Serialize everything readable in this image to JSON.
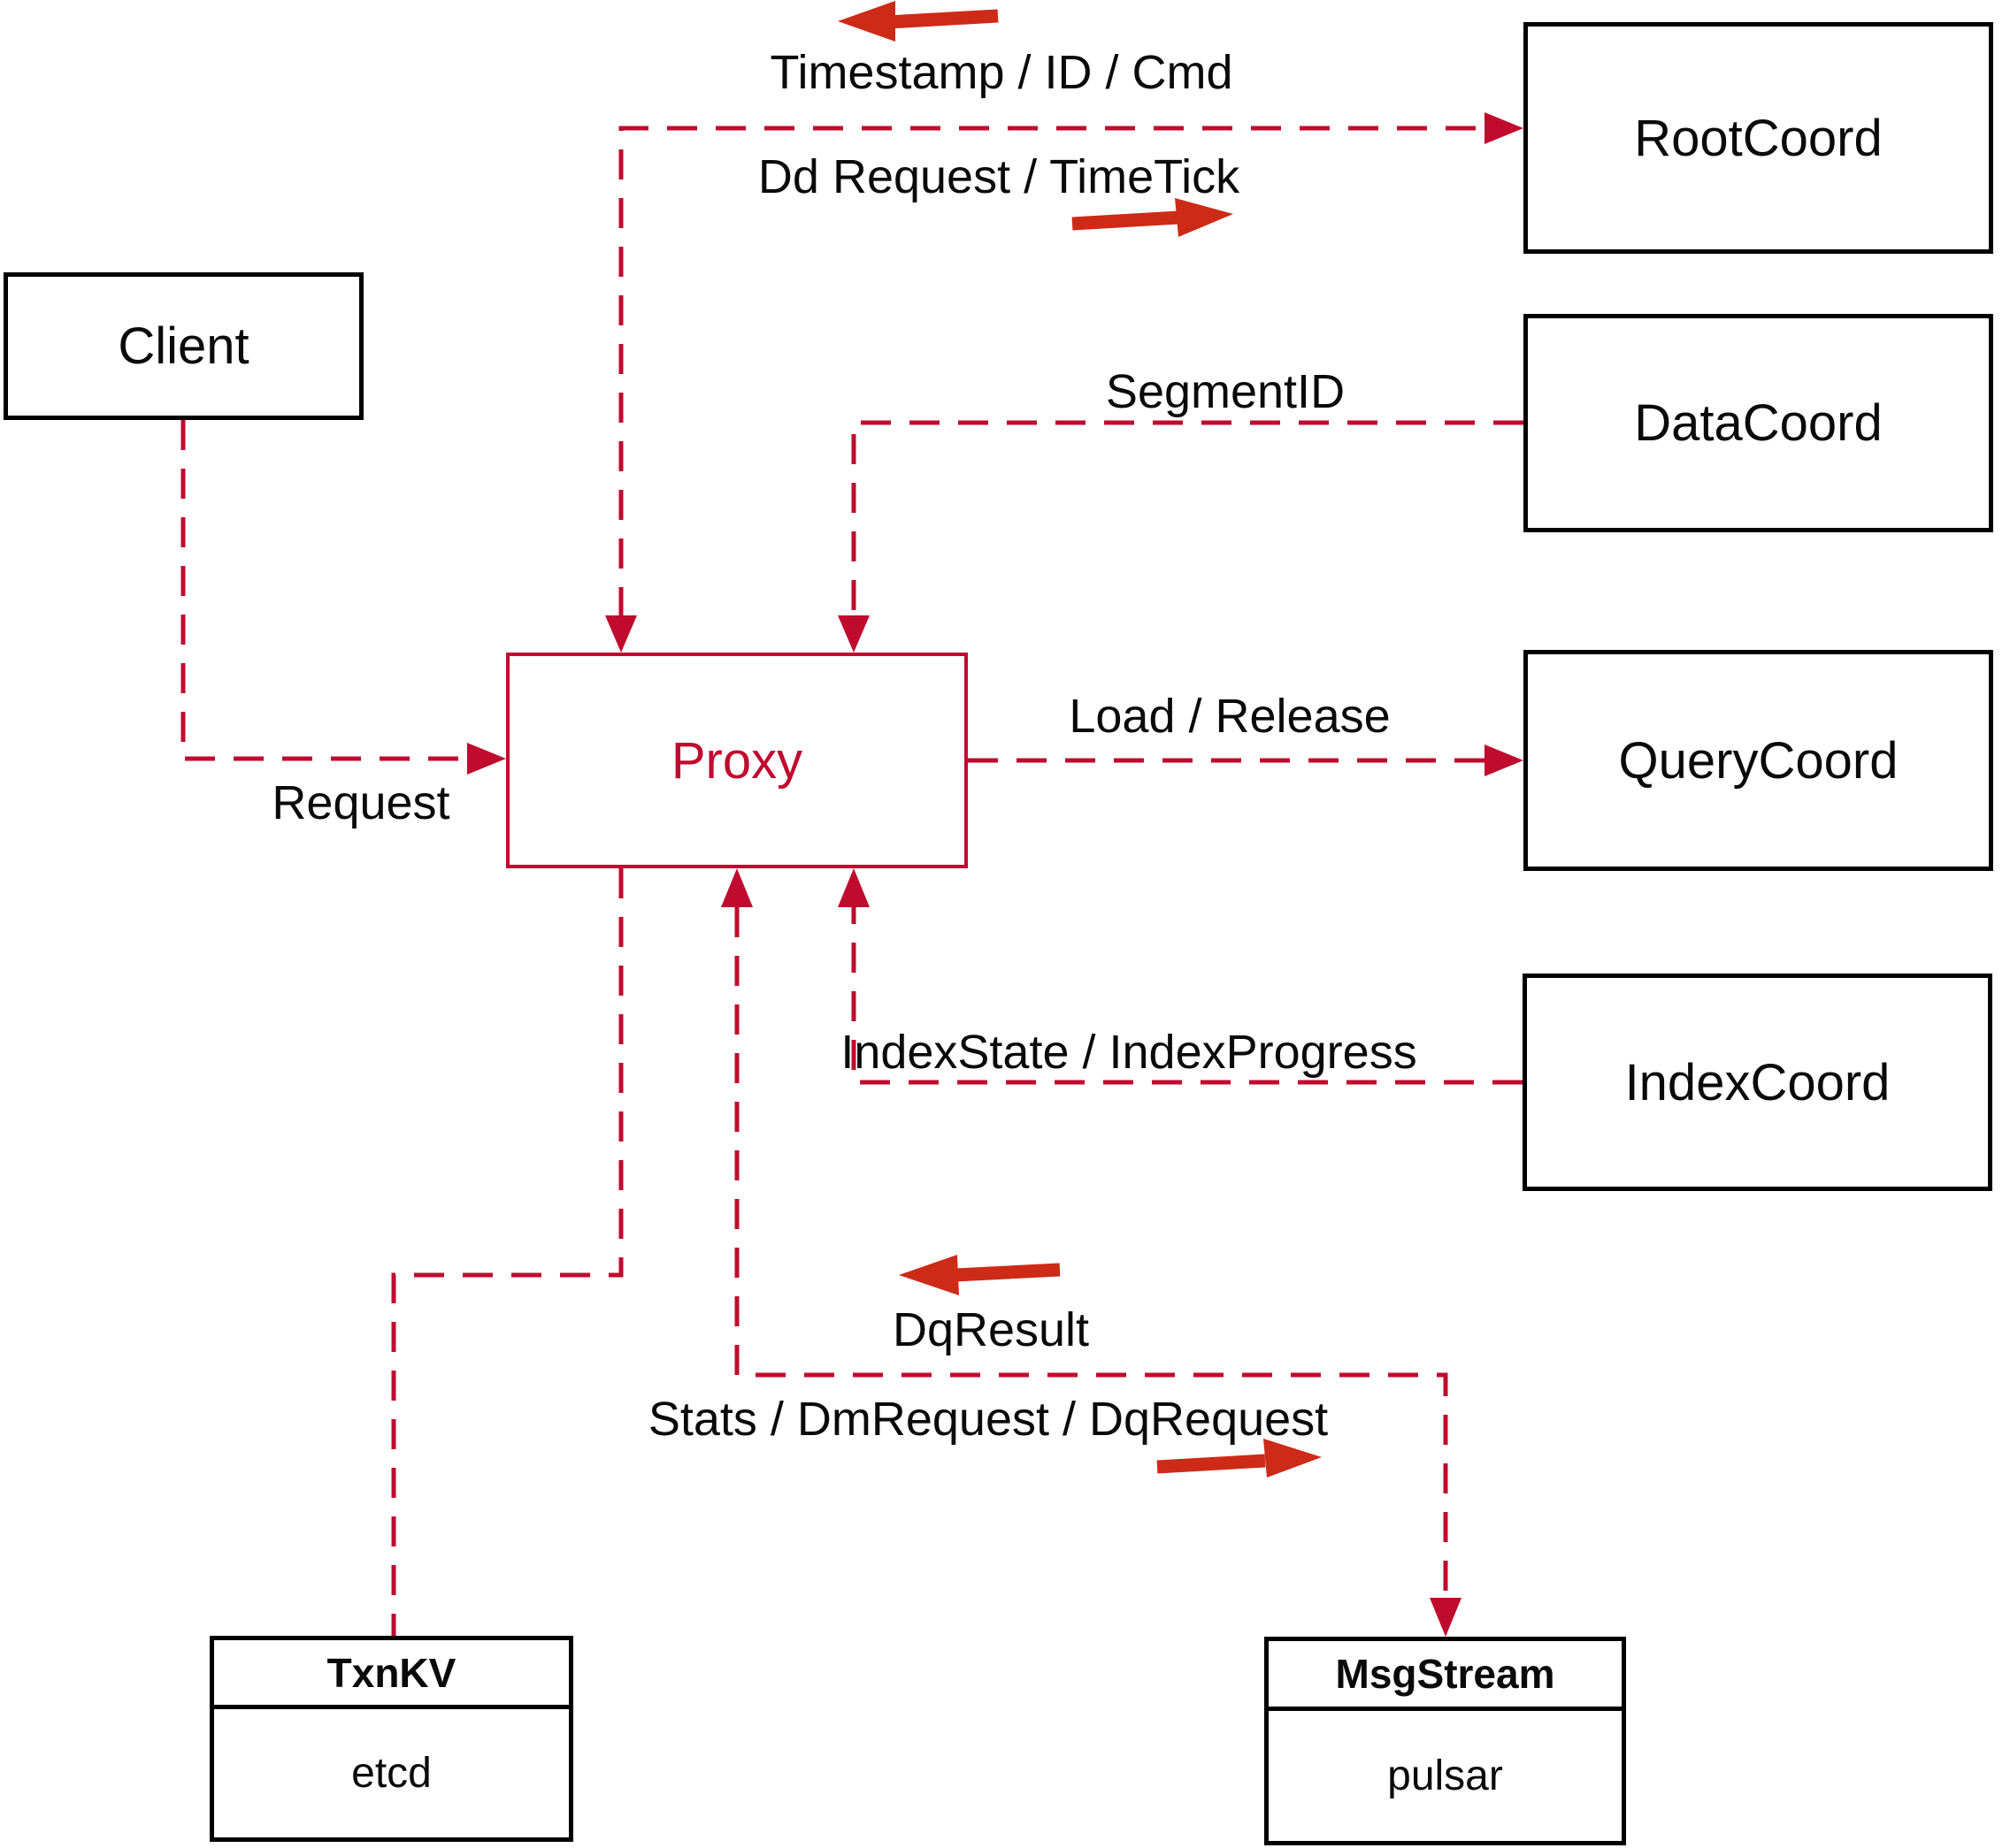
{
  "colors": {
    "connector_red": "#c00b2f",
    "annotation_arrow_red": "#cd2a18",
    "box_border_black": "#000000",
    "background": "#ffffff"
  },
  "nodes": {
    "client": {
      "label": "Client"
    },
    "proxy": {
      "label": "Proxy"
    },
    "root_coord": {
      "label": "RootCoord"
    },
    "data_coord": {
      "label": "DataCoord"
    },
    "query_coord": {
      "label": "QueryCoord"
    },
    "index_coord": {
      "label": "IndexCoord"
    },
    "txn_kv": {
      "title": "TxnKV",
      "subtitle": "etcd"
    },
    "msg_stream": {
      "title": "MsgStream",
      "subtitle": "pulsar"
    }
  },
  "edge_labels": {
    "timestamp_id_cmd": "Timestamp / ID / Cmd",
    "dd_request_timetick": "Dd Request / TimeTick",
    "segment_id": "SegmentID",
    "load_release": "Load / Release",
    "index_state_progress": "IndexState / IndexProgress",
    "request": "Request",
    "dq_result": "DqResult",
    "stats_dm_dq": "Stats / DmRequest / DqRequest"
  }
}
